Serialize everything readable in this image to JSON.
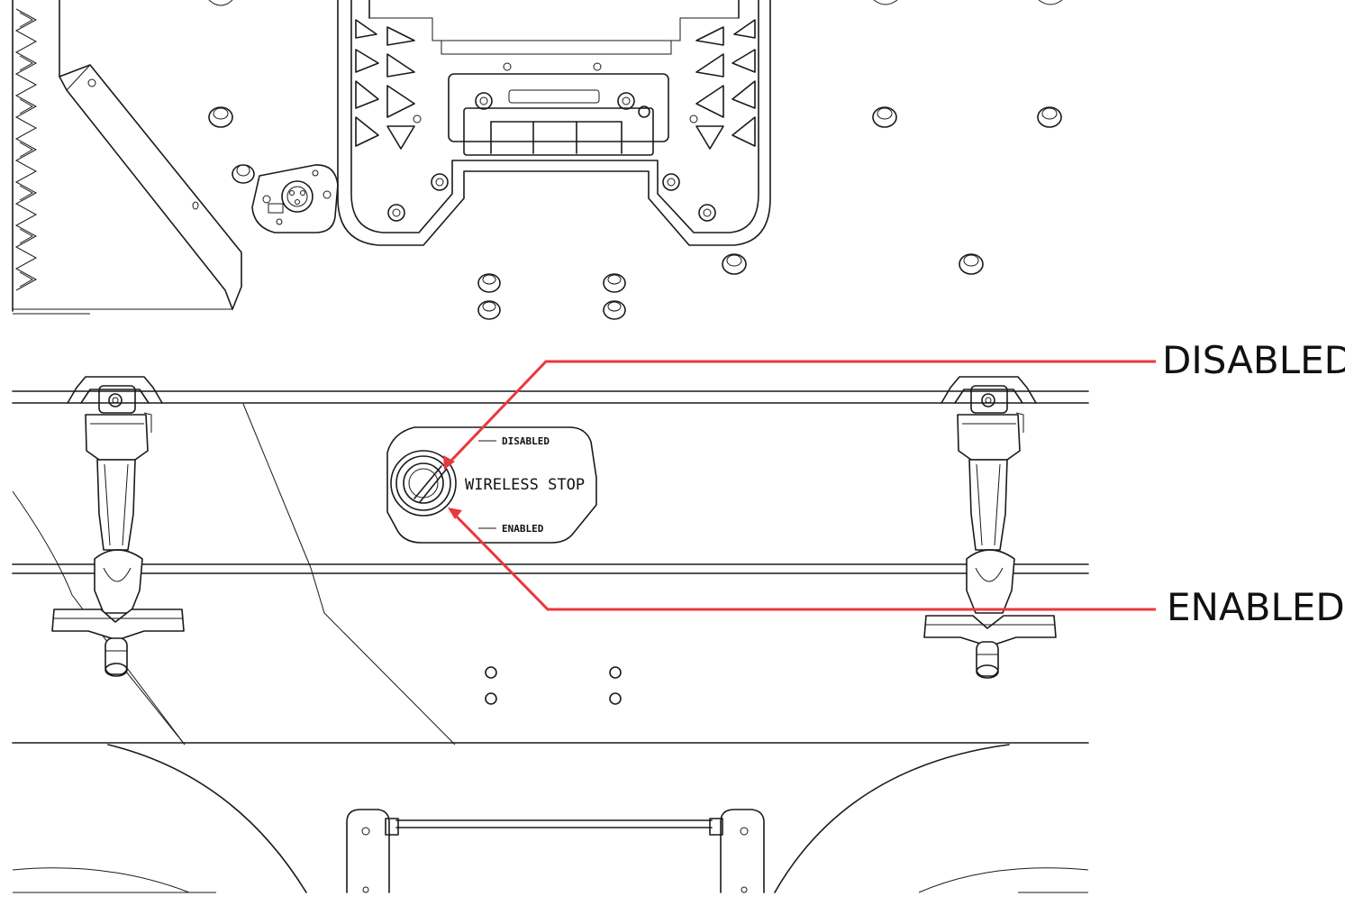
{
  "callouts": {
    "disabled": "DISABLED",
    "enabled": "ENABLED"
  },
  "plate": {
    "title": "WIRELESS STOP",
    "disabled_mark": "DISABLED",
    "enabled_mark": "ENABLED"
  },
  "colors": {
    "callout_line": "#e8383d",
    "drawing_line": "#1a1a1a",
    "background": "#ffffff"
  }
}
